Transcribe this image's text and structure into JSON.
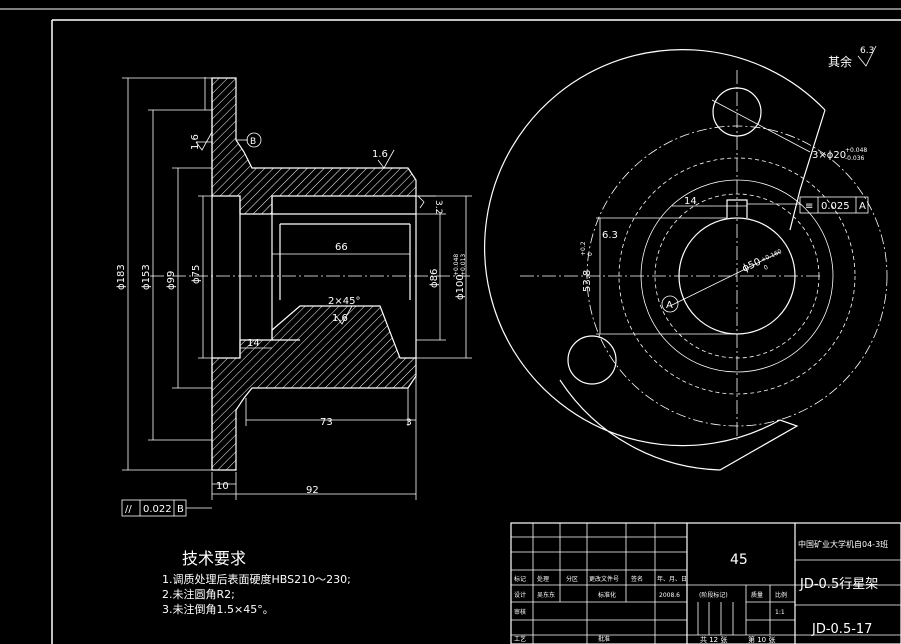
{
  "section_view": {
    "dims": {
      "d183": "ϕ183",
      "d153": "ϕ153",
      "d99": "ϕ99",
      "d75": "ϕ75",
      "d86": "ϕ86",
      "d100_main": "ϕ100",
      "d100_tol_upper": "+0.048",
      "d100_tol_lower": "+0.013",
      "len66": "66",
      "len14": "14",
      "len73": "73",
      "len3": "3",
      "len10": "10",
      "len92": "92",
      "chamfer": "2×45°"
    },
    "roughness": {
      "r16_left": "1.6",
      "r16_top": "1.6",
      "r16_bore": "1.6",
      "r32": "3.2"
    },
    "datum_b": "B",
    "tolerance_frame": {
      "symbol": "//",
      "value": "0.022",
      "datum": "B"
    }
  },
  "front_view": {
    "roughness_other_label": "其余",
    "roughness_other_value": "6.3",
    "hole_callout_prefix": "3×ϕ20",
    "hole_tol_upper": "+0.048",
    "hole_tol_lower": "-0.036",
    "keyway_width": "14",
    "keyway_depth_main": "53.8",
    "keyway_depth_tol_upper": "+0.2",
    "keyway_depth_tol_lower": "0",
    "keyway_roughness": "6.3",
    "bore_main": "ϕ50",
    "bore_tol_upper": "+0.160",
    "bore_tol_lower": "0",
    "datum_a": "A",
    "symmetry_frame": {
      "symbol": "≡",
      "value": "0.025",
      "datum": "A"
    }
  },
  "technical_requirements": {
    "title": "技术要求",
    "items": [
      "1.调质处理后表面硬度HBS210～230;",
      "2.未注圆角R2;",
      "3.未注倒角1.5×45°。"
    ]
  },
  "title_block": {
    "material": "45",
    "school": "中国矿业大学机自04-3班",
    "part_name": "JD-0.5行星架",
    "drawing_no": "JD-0.5-17",
    "header_row": [
      "标记",
      "处理",
      "分区",
      "更改文件号",
      "签名",
      "年、月、日"
    ],
    "design_row": [
      "设计",
      "吴东东",
      "标准化",
      "2008.6"
    ],
    "review_label": "审核",
    "process_label": "工艺",
    "approve_label": "批准",
    "stage_label": "(阶段标记)",
    "weight_label": "质量",
    "scale_label": "比例",
    "scale_value": "1:1",
    "sheets_total": "共 12 张",
    "sheet_no": "第 10 张"
  }
}
